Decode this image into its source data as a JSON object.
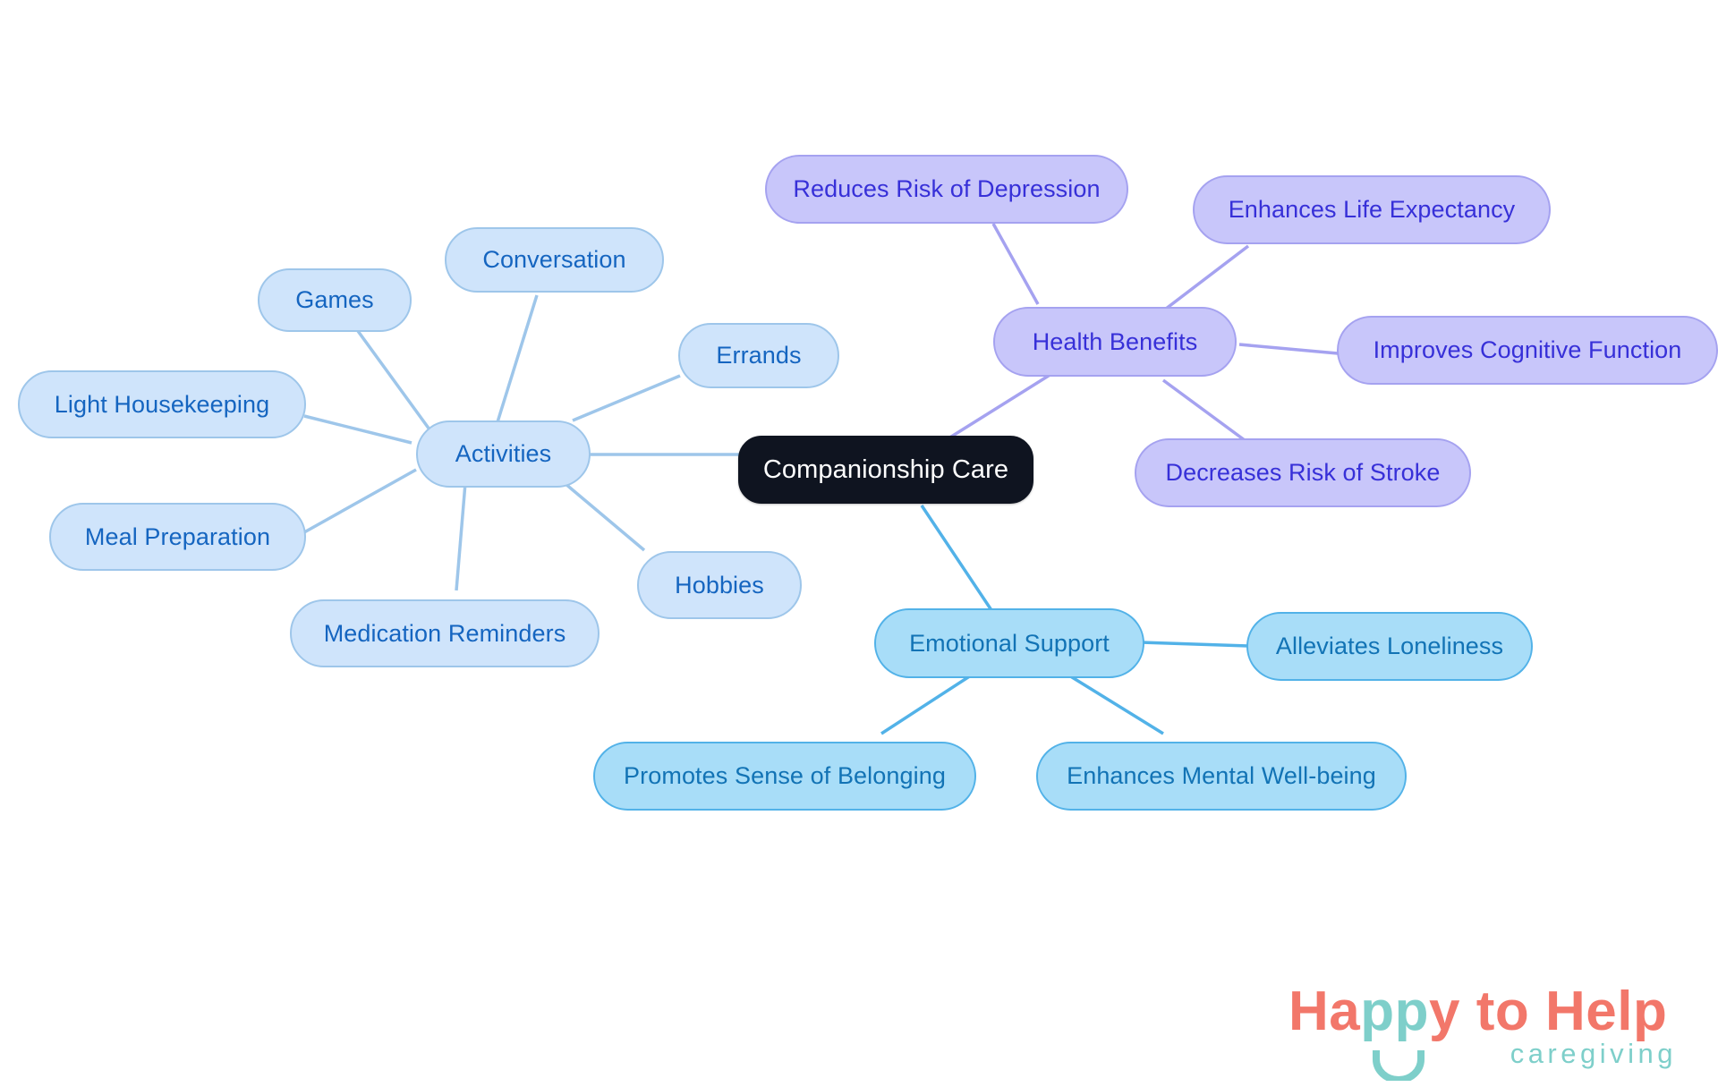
{
  "diagram": {
    "type": "mind-map",
    "title": "Companionship Care",
    "root": {
      "label": "Companionship Care"
    },
    "branches": [
      {
        "id": "activities",
        "label": "Activities",
        "color": "#cfe4fb",
        "children": [
          {
            "label": "Games"
          },
          {
            "label": "Conversation"
          },
          {
            "label": "Errands"
          },
          {
            "label": "Light Housekeeping"
          },
          {
            "label": "Meal Preparation"
          },
          {
            "label": "Medication Reminders"
          },
          {
            "label": "Hobbies"
          }
        ]
      },
      {
        "id": "health-benefits",
        "label": "Health Benefits",
        "color": "#c8c6fa",
        "children": [
          {
            "label": "Reduces Risk of Depression"
          },
          {
            "label": "Enhances Life Expectancy"
          },
          {
            "label": "Improves Cognitive Function"
          },
          {
            "label": "Decreases Risk of Stroke"
          }
        ]
      },
      {
        "id": "emotional-support",
        "label": "Emotional Support",
        "color": "#a8ddf8",
        "children": [
          {
            "label": "Alleviates Loneliness"
          },
          {
            "label": "Promotes Sense of Belonging"
          },
          {
            "label": "Enhances Mental Well-being"
          }
        ]
      }
    ],
    "colors": {
      "root_fill": "#0f1420",
      "root_text": "#ffffff",
      "blue_soft_fill": "#cfe4fb",
      "blue_soft_border": "#9ec6ea",
      "blue_soft_text": "#1565c0",
      "blue_vivid_fill": "#a8ddf8",
      "blue_vivid_border": "#52b2e8",
      "blue_vivid_text": "#1273b5",
      "purple_fill": "#c8c6fa",
      "purple_border": "#a5a2f0",
      "purple_text": "#3730d8",
      "link_blue_soft": "#9ec6ea",
      "link_blue_vivid": "#52b2e8",
      "link_purple": "#a5a2f0"
    }
  },
  "logo": {
    "text_part1": "Ha",
    "text_part2": "pp",
    "text_part3": "y to Help",
    "tagline": "caregiving",
    "color_coral": "#f2776a",
    "color_teal": "#7ecfca"
  }
}
